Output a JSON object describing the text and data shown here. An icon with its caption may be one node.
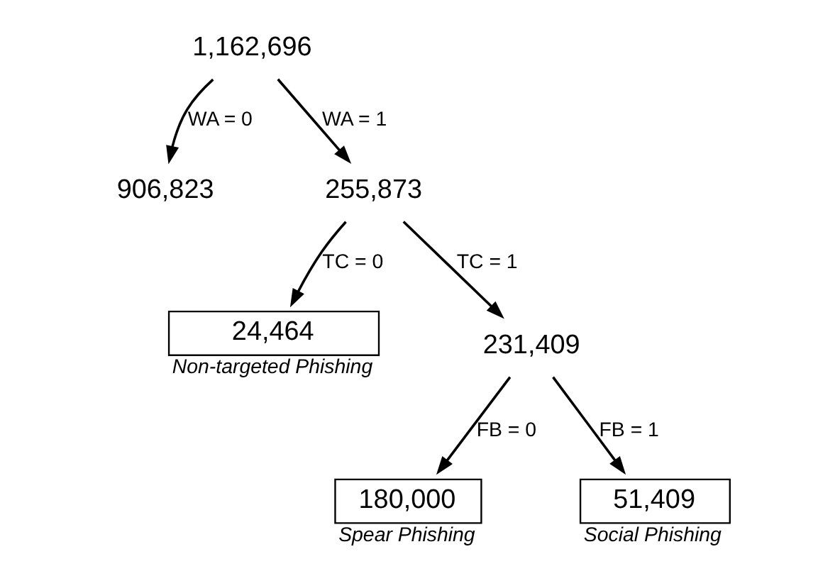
{
  "diagram": {
    "nodes": [
      {
        "text": [
          "1,162,696"
        ]
      },
      {
        "text": [
          "906,823"
        ]
      },
      {
        "text": [
          "255,873"
        ]
      },
      {
        "text": [
          "24,464"
        ],
        "beside": [
          "Non-targeted Phishing"
        ]
      },
      {
        "text": [
          "231,409"
        ]
      },
      {
        "text": [
          "180,000"
        ],
        "beside": [
          "Spear Phishing"
        ]
      },
      {
        "text": [
          "51,409"
        ],
        "beside": [
          "Social Phishing"
        ]
      }
    ],
    "edges": [
      {
        "from": 0,
        "to": 1,
        "arrow": "to",
        "label": "WA = 0"
      },
      {
        "from": 0,
        "to": 2,
        "arrow": "to",
        "label": "WA = 1"
      },
      {
        "from": 2,
        "to": 3,
        "arrow": "to",
        "label": "TC = 0"
      },
      {
        "from": 2,
        "to": 4,
        "arrow": "to",
        "label": "TC = 1"
      },
      {
        "from": 4,
        "to": 5,
        "arrow": "to",
        "label": "FB = 0"
      },
      {
        "from": 4,
        "to": 6,
        "arrow": "to",
        "label": "FB = 1"
      }
    ]
  }
}
